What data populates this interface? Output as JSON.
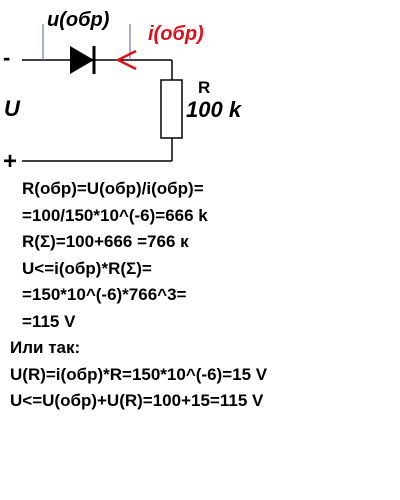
{
  "labels": {
    "u_obr": "u(обр)",
    "i_obr": "i(обр)",
    "minus": "-",
    "u": "U",
    "r": "R",
    "r_value": "100 k",
    "plus": "+"
  },
  "colors": {
    "i_obr": "#e0101a",
    "lines": "#000000"
  },
  "calc_lines": [
    "R(обр)=U(обр)/i(обр)=",
    "=100/150*10^(-6)=666 k",
    "R(Σ)=100+666 =766 к",
    "U<=i(обр)*R(Σ)=",
    "=150*10^(-6)*766^3=",
    "=115 V",
    "Или так:",
    "U(R)=i(обр)*R=150*10^(-6)=15 V",
    "U<=U(обр)+U(R)=100+15=115 V"
  ]
}
